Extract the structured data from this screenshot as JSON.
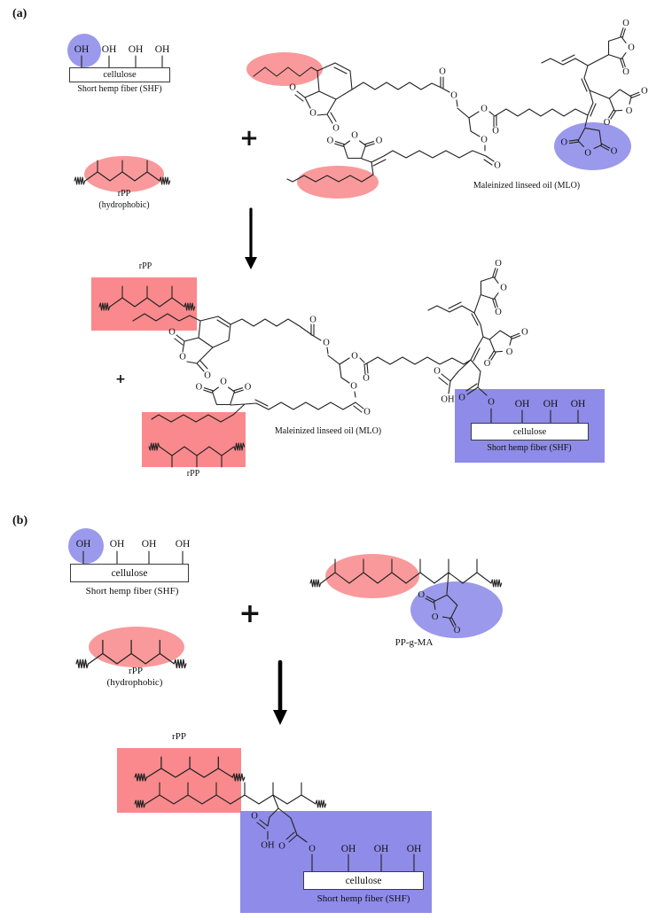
{
  "labels": {
    "O": "O",
    "OH": "OH"
  },
  "colors": {
    "highlight_pink": "#F9999B",
    "highlight_red_box": "#F9898C",
    "highlight_lavender": "#9B99EC",
    "highlight_blue_box": "#8F8BE9",
    "line": "#222222"
  },
  "panel_a": {
    "tag": "(a)",
    "plus": "+",
    "shf": {
      "cellulose": "cellulose",
      "caption": "Short hemp fiber (SHF)"
    },
    "rpp": {
      "name": "rPP",
      "qualifier": "(hydrophobic)"
    },
    "mlo": {
      "caption": "Maleinized linseed oil (MLO)"
    },
    "product": {
      "rpp_top_label": "rPP",
      "rpp_bottom_label": "rPP",
      "plus": "+",
      "mlo_caption": "Maleinized linseed oil (MLO)",
      "shf": {
        "cellulose": "cellulose",
        "caption": "Short hemp fiber (SHF)"
      }
    }
  },
  "panel_b": {
    "tag": "(b)",
    "plus": "+",
    "shf": {
      "cellulose": "cellulose",
      "caption": "Short hemp fiber (SHF)"
    },
    "rpp": {
      "name": "rPP",
      "qualifier": "(hydrophobic)"
    },
    "ppgma": {
      "caption": "PP-g-MA"
    },
    "product": {
      "rpp_label": "rPP",
      "shf": {
        "cellulose": "cellulose",
        "caption": "Short hemp fiber (SHF)"
      }
    }
  }
}
